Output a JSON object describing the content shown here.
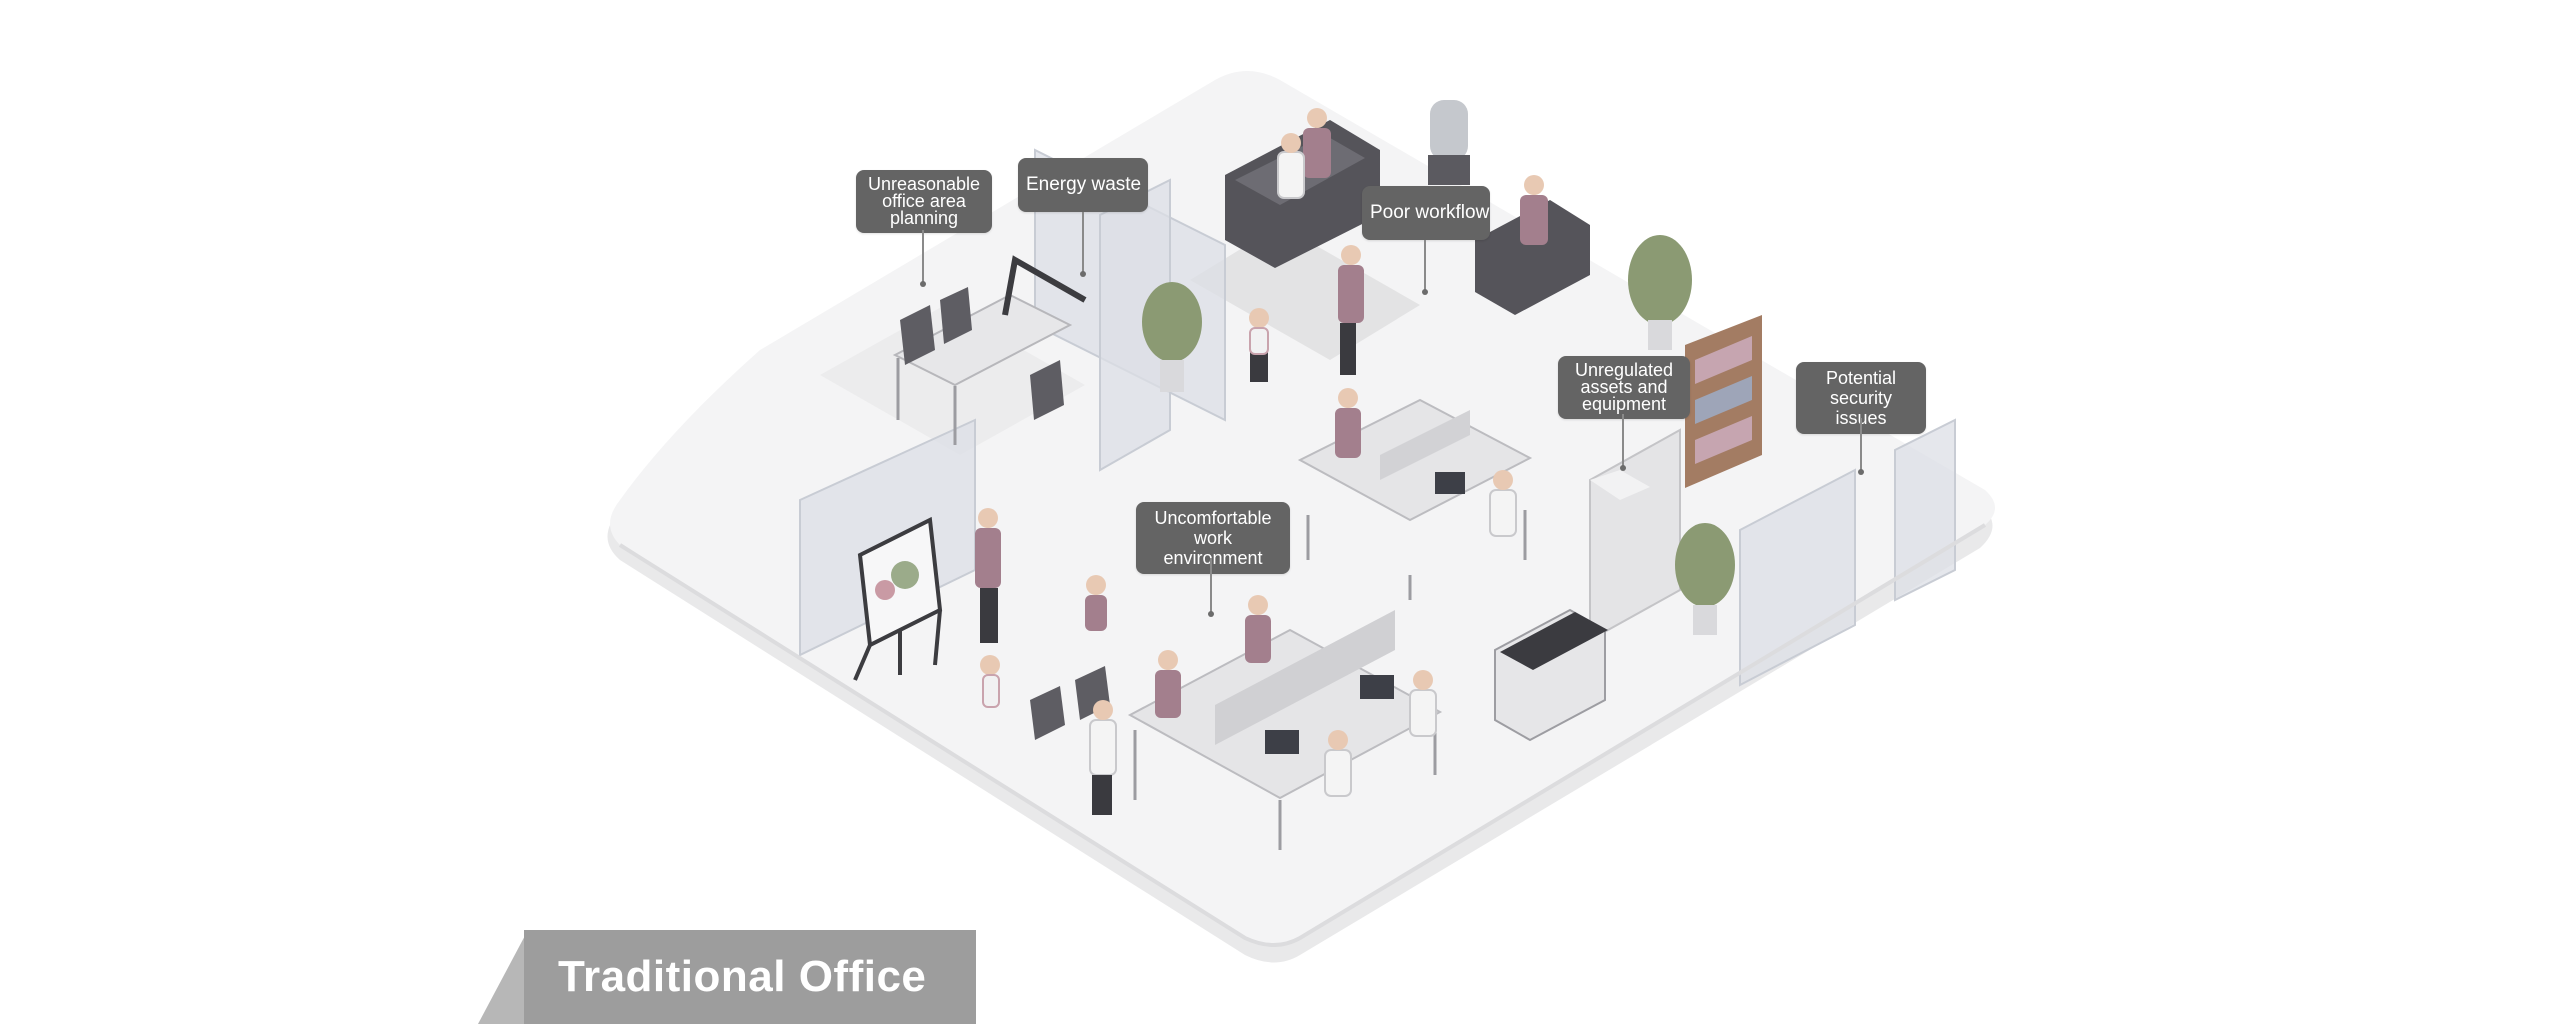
{
  "title": "Traditional Office",
  "callouts": {
    "area_planning": "Unreasonable\noffice area\nplanning",
    "energy_waste": "Energy waste",
    "poor_workflow": "Poor workflow",
    "unregulated_assets": "Unregulated\nassets and\nequipment",
    "security": "Potential\nsecurity issues",
    "environment": "Uncomfortable\nwork environment"
  },
  "colors": {
    "callout_bg": "#646464",
    "banner": "#9d9d9d",
    "floor": "#f2f2f2",
    "accent_suit": "#a37f8d",
    "furniture_dark": "#55545a"
  }
}
